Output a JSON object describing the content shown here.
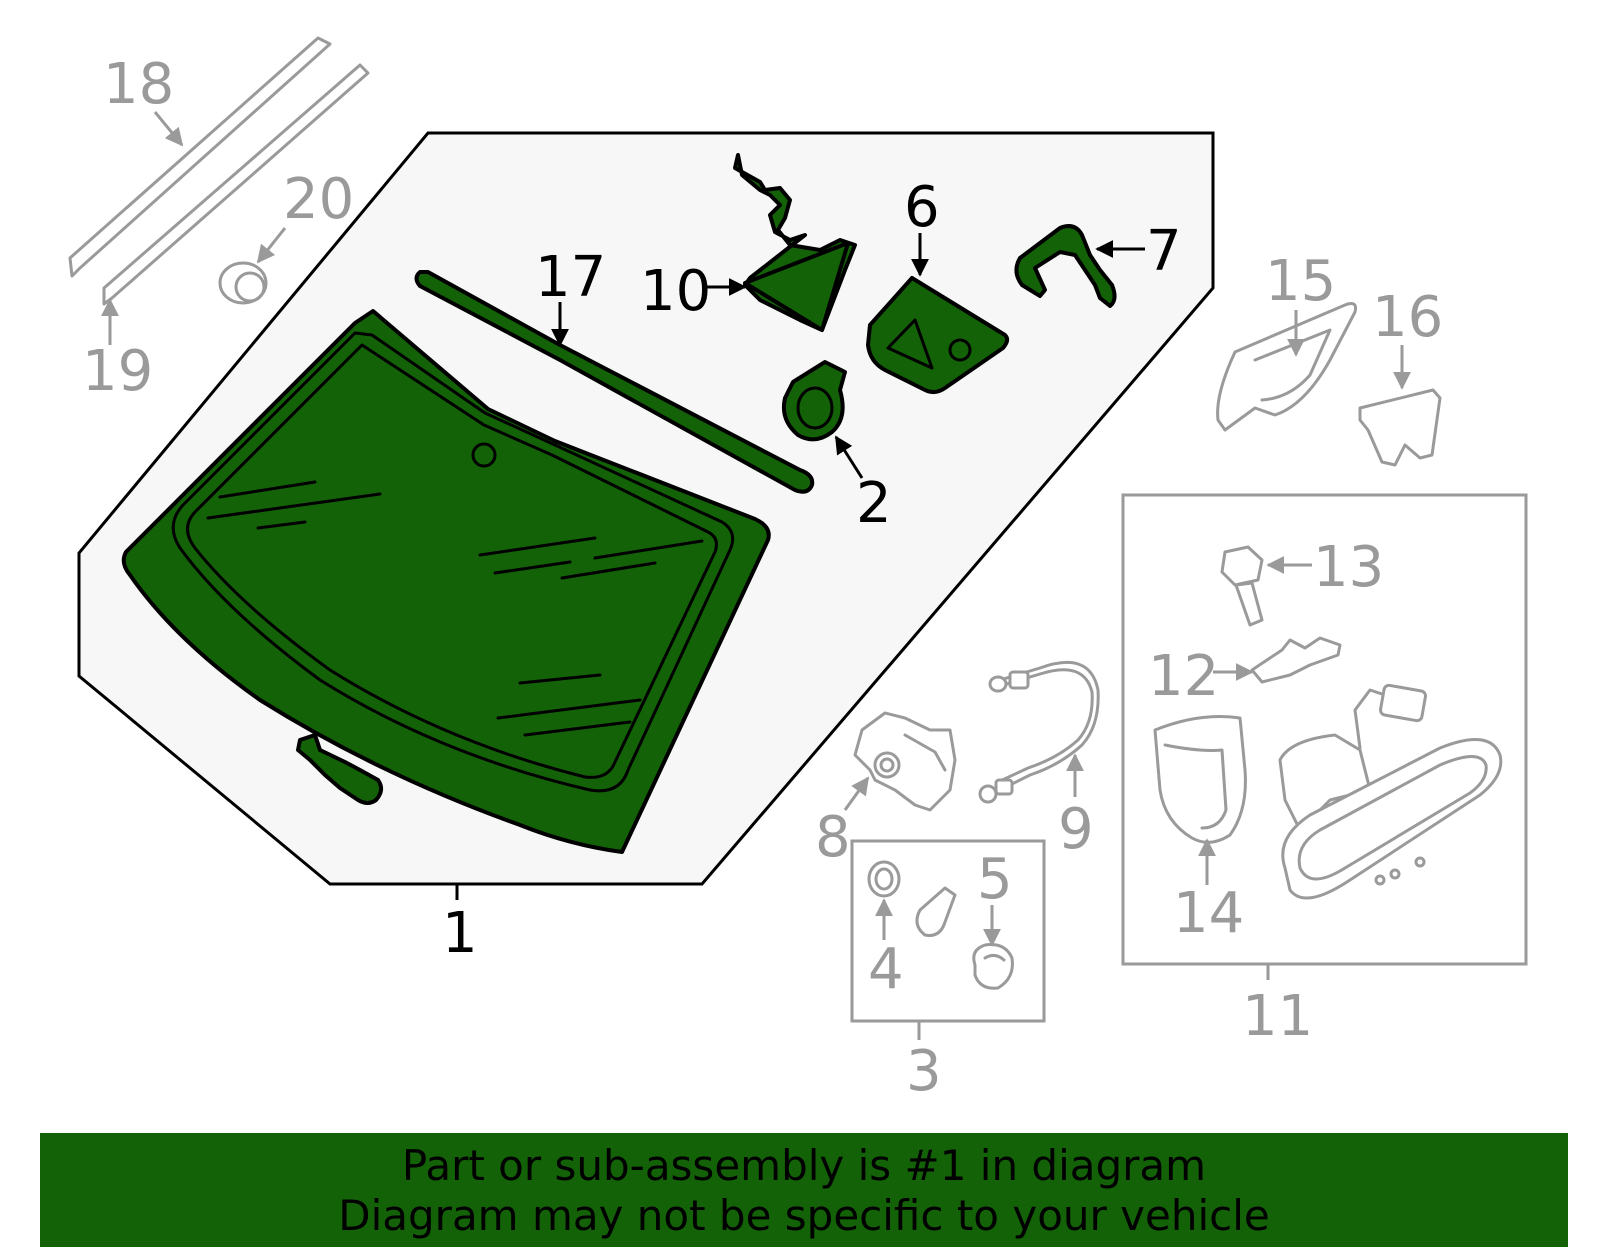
{
  "callouts": {
    "c1": "1",
    "c2": "2",
    "c3": "3",
    "c4": "4",
    "c5": "5",
    "c6": "6",
    "c7": "7",
    "c8": "8",
    "c9": "9",
    "c10": "10",
    "c11": "11",
    "c12": "12",
    "c13": "13",
    "c14": "14",
    "c15": "15",
    "c16": "16",
    "c17": "17",
    "c18": "18",
    "c19": "19",
    "c20": "20"
  },
  "banner": {
    "line1": "Part or sub-assembly is #1 in diagram",
    "line2": "Diagram may not be specific to your vehicle"
  },
  "colors": {
    "highlight": "#136207",
    "inactive": "#9a9a9a",
    "panel": "#f7f7f7"
  },
  "highlighted_part": "1"
}
